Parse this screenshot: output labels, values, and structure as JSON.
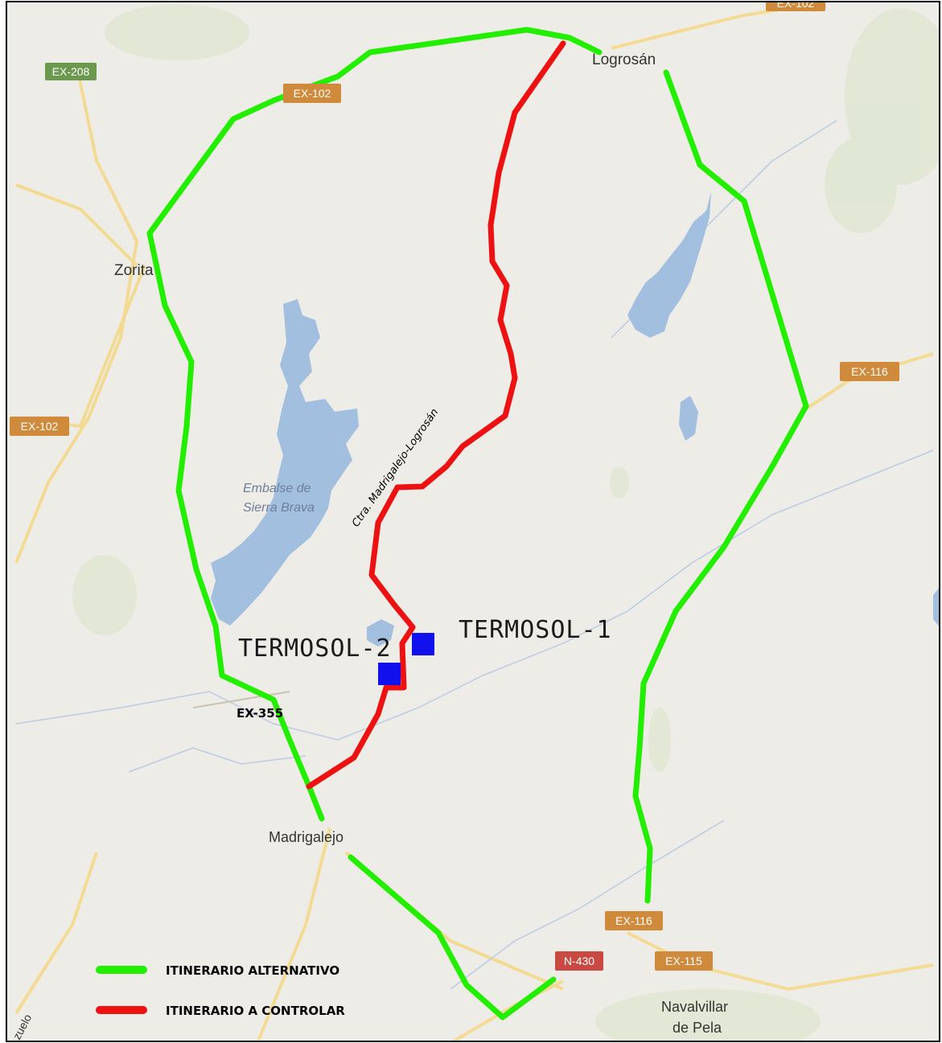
{
  "colors": {
    "background": "#eeece6",
    "water": "#a3bfdf",
    "green_route": "#22ee00",
    "red_route": "#ee1111",
    "plant_marker": "#1111ee",
    "shield_orange": "#d08a3c",
    "shield_green": "#6b9a4e",
    "shield_red": "#c94a42",
    "minor_road": "#f4d98a",
    "border": "#000000"
  },
  "places": {
    "logrosan": "Logrosán",
    "zorita": "Zorita",
    "madrigalejo": "Madrigalejo",
    "navalvillar_line1": "Navalvillar",
    "navalvillar_line2": "de Pela",
    "reservoir_line1": "Embalse de",
    "reservoir_line2": "Sierra Brava",
    "corner_fragment": "zuelo"
  },
  "road_shields": {
    "ex208": "EX-208",
    "ex102_top": "EX-102",
    "ex102_left": "EX-102",
    "ex102_topright": "EX-102",
    "ex116_right": "EX-116",
    "ex116_bottom": "EX-116",
    "n430": "N-430",
    "ex115": "EX-115"
  },
  "annotations": {
    "termosol1": "TERMOSOL-1",
    "termosol2": "TERMOSOL-2",
    "ex355": "EX-355",
    "route_label": "Ctra. Madrigalejo-Logrosán"
  },
  "legend": {
    "items": [
      {
        "label": "ITINERARIO ALTERNATIVO",
        "color": "#22ee00"
      },
      {
        "label": "ITINERARIO A CONTROLAR",
        "color": "#ee1111"
      }
    ]
  }
}
